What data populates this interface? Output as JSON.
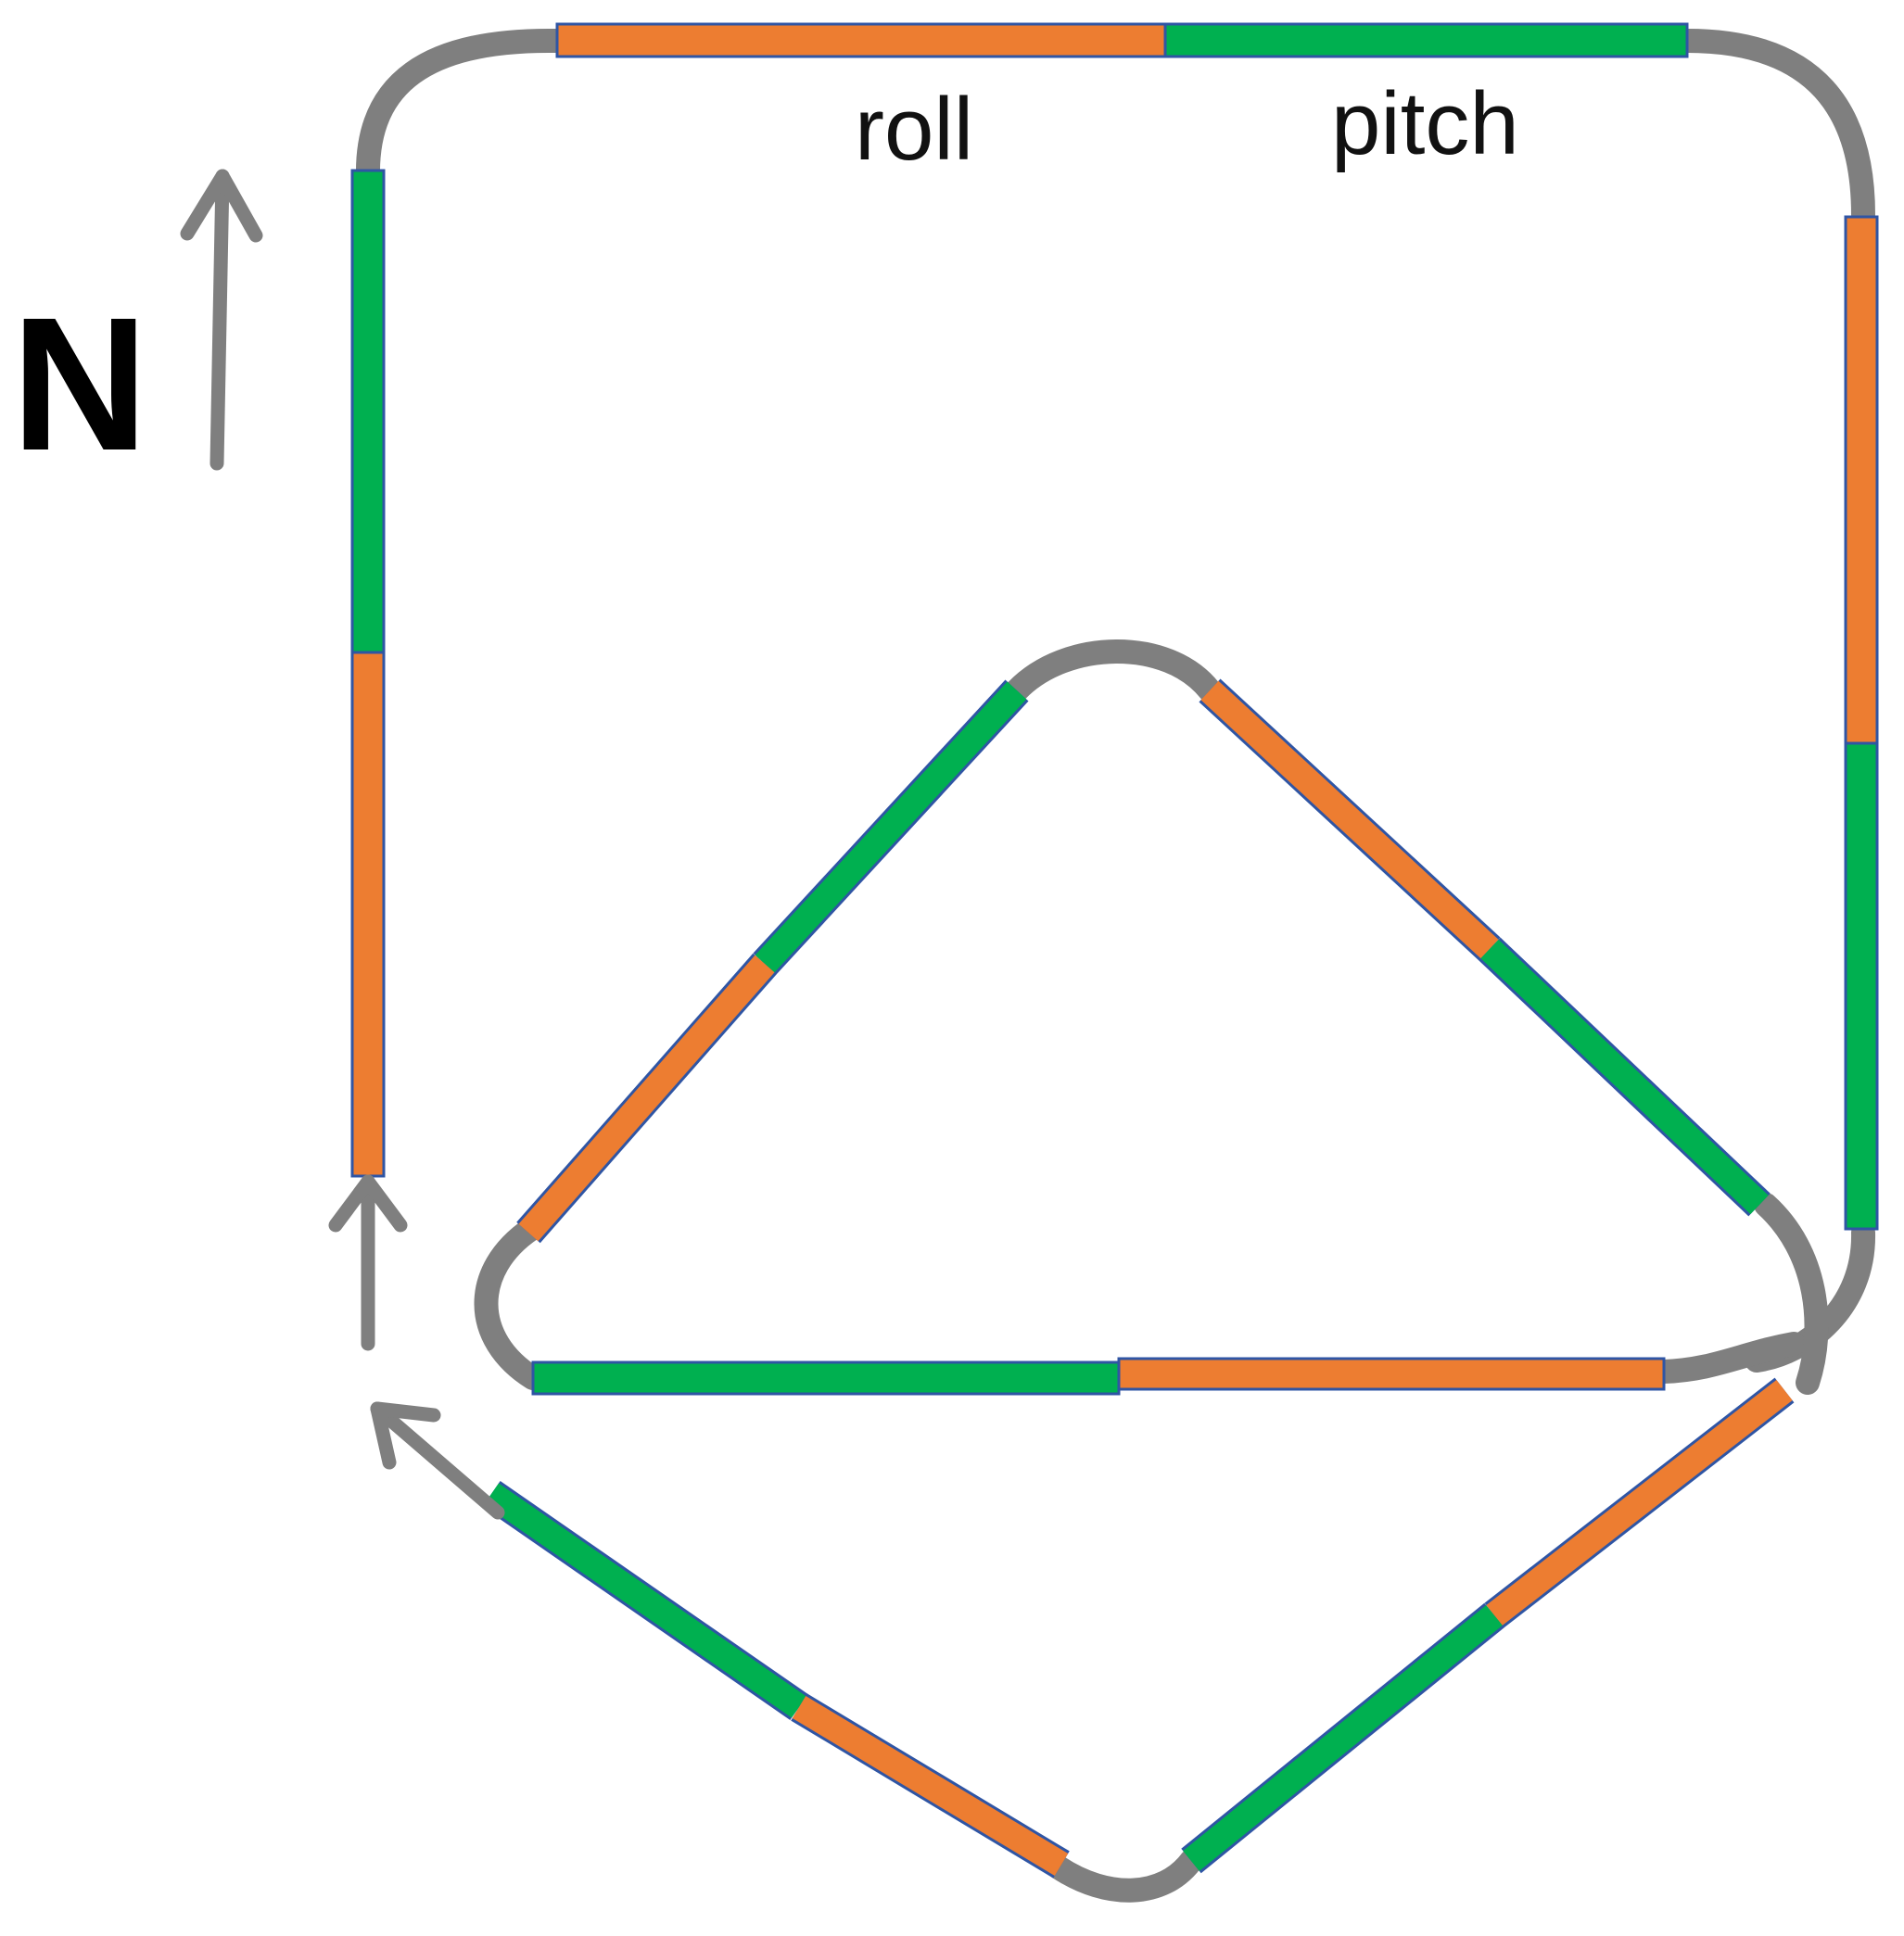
{
  "labels": {
    "north": "N",
    "roll": "roll",
    "pitch": "pitch"
  },
  "colors": {
    "roll": "#ED7D31",
    "pitch": "#00B050",
    "turn": "#7F7F7F",
    "outline": "#2F55A4",
    "text": "#111111"
  },
  "segment_kinds": [
    "roll",
    "pitch"
  ],
  "icons": [
    "north-arrow-icon",
    "direction-arrow-icon"
  ]
}
